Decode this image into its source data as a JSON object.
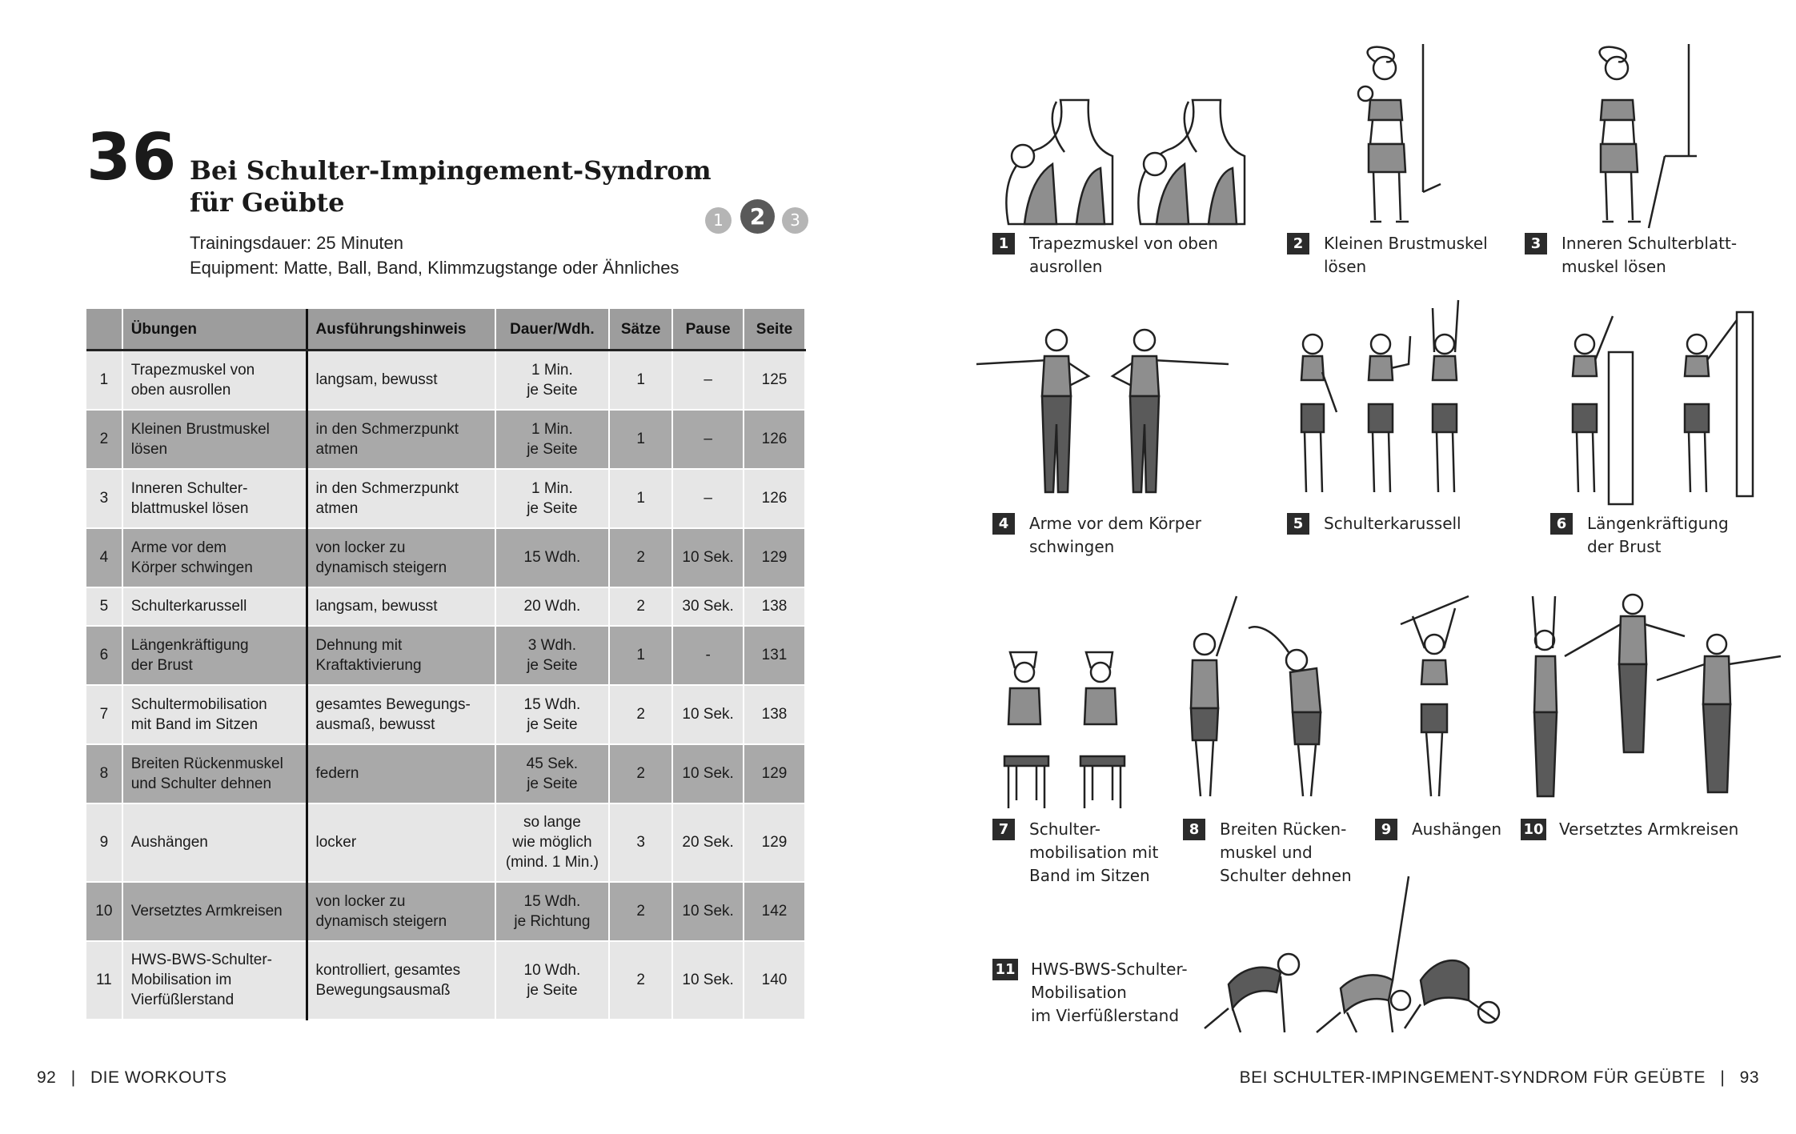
{
  "header": {
    "number": "36",
    "title_line1": "Bei Schulter-Impingement-Syndrom",
    "title_line2": "für Geübte",
    "duration": "Trainingsdauer: 25 Minuten",
    "equipment": "Equipment: Matte, Ball, Band, Klimmzugstange oder Ähnliches",
    "levels": [
      "1",
      "2",
      "3"
    ],
    "active_level": "2"
  },
  "table": {
    "headers": [
      "",
      "Übungen",
      "Ausführungshinweis",
      "Dauer/Wdh.",
      "Sätze",
      "Pause",
      "Seite"
    ],
    "rows": [
      {
        "nr": "1",
        "ex": [
          "Trapezmuskel von",
          "oben ausrollen"
        ],
        "hint": [
          "langsam, bewusst"
        ],
        "dur": [
          "1 Min.",
          "je Seite"
        ],
        "sets": "1",
        "pause": "–",
        "page": "125"
      },
      {
        "nr": "2",
        "ex": [
          "Kleinen Brustmuskel",
          "lösen"
        ],
        "hint": [
          "in den Schmerzpunkt",
          "atmen"
        ],
        "dur": [
          "1 Min.",
          "je Seite"
        ],
        "sets": "1",
        "pause": "–",
        "page": "126"
      },
      {
        "nr": "3",
        "ex": [
          "Inneren Schulter-",
          "blattmuskel lösen"
        ],
        "hint": [
          "in den Schmerzpunkt",
          "atmen"
        ],
        "dur": [
          "1 Min.",
          "je Seite"
        ],
        "sets": "1",
        "pause": "–",
        "page": "126"
      },
      {
        "nr": "4",
        "ex": [
          "Arme vor dem",
          "Körper schwingen"
        ],
        "hint": [
          "von locker zu",
          "dynamisch steigern"
        ],
        "dur": [
          "15 Wdh."
        ],
        "sets": "2",
        "pause": "10 Sek.",
        "page": "129"
      },
      {
        "nr": "5",
        "ex": [
          "Schulterkarussell"
        ],
        "hint": [
          "langsam, bewusst"
        ],
        "dur": [
          "20 Wdh."
        ],
        "sets": "2",
        "pause": "30 Sek.",
        "page": "138"
      },
      {
        "nr": "6",
        "ex": [
          "Längenkräftigung",
          "der Brust"
        ],
        "hint": [
          "Dehnung mit",
          "Kraftaktivierung"
        ],
        "dur": [
          "3 Wdh.",
          "je Seite"
        ],
        "sets": "1",
        "pause": "-",
        "page": "131"
      },
      {
        "nr": "7",
        "ex": [
          "Schultermobilisation",
          "mit Band im Sitzen"
        ],
        "hint": [
          "gesamtes Bewegungs-",
          "ausmaß, bewusst"
        ],
        "dur": [
          "15 Wdh.",
          "je Seite"
        ],
        "sets": "2",
        "pause": "10 Sek.",
        "page": "138"
      },
      {
        "nr": "8",
        "ex": [
          "Breiten Rückenmuskel",
          "und Schulter dehnen"
        ],
        "hint": [
          "federn"
        ],
        "dur": [
          "45 Sek.",
          "je Seite"
        ],
        "sets": "2",
        "pause": "10 Sek.",
        "page": "129"
      },
      {
        "nr": "9",
        "ex": [
          "Aushängen"
        ],
        "hint": [
          "locker"
        ],
        "dur": [
          "so lange",
          "wie möglich",
          "(mind. 1 Min.)"
        ],
        "sets": "3",
        "pause": "20 Sek.",
        "page": "129"
      },
      {
        "nr": "10",
        "ex": [
          "Versetztes Armkreisen"
        ],
        "hint": [
          "von locker zu",
          "dynamisch steigern"
        ],
        "dur": [
          "15 Wdh.",
          "je Richtung"
        ],
        "sets": "2",
        "pause": "10 Sek.",
        "page": "142"
      },
      {
        "nr": "11",
        "ex": [
          "HWS-BWS-Schulter-",
          "Mobilisation im",
          "Vierfüßlerstand"
        ],
        "hint": [
          "kontrolliert, gesamtes",
          "Bewegungsausmaß"
        ],
        "dur": [
          "10 Wdh.",
          "je Seite"
        ],
        "sets": "2",
        "pause": "10 Sek.",
        "page": "140"
      }
    ]
  },
  "captions": [
    {
      "n": "1",
      "lines": [
        "Trapezmuskel von oben",
        "ausrollen"
      ]
    },
    {
      "n": "2",
      "lines": [
        "Kleinen Brustmuskel",
        "lösen"
      ]
    },
    {
      "n": "3",
      "lines": [
        "Inneren Schulterblatt-",
        "muskel lösen"
      ]
    },
    {
      "n": "4",
      "lines": [
        "Arme vor dem Körper",
        "schwingen"
      ]
    },
    {
      "n": "5",
      "lines": [
        "Schulterkarussell"
      ]
    },
    {
      "n": "6",
      "lines": [
        "Längenkräftigung",
        "der Brust"
      ]
    },
    {
      "n": "7",
      "lines": [
        "Schulter-",
        "mobilisation mit",
        "Band im Sitzen"
      ]
    },
    {
      "n": "8",
      "lines": [
        "Breiten Rücken-",
        "muskel und",
        "Schulter dehnen"
      ]
    },
    {
      "n": "9",
      "lines": [
        "Aushängen"
      ]
    },
    {
      "n": "10",
      "lines": [
        "Versetztes Armkreisen"
      ]
    },
    {
      "n": "11",
      "lines": [
        "HWS-BWS-Schulter-",
        "Mobilisation",
        "im Vierfüßlerstand"
      ]
    }
  ],
  "footer": {
    "left_page": "92",
    "left_section": "DIE WORKOUTS",
    "right_section": "BEI SCHULTER-IMPINGEMENT-SYNDROM FÜR GEÜBTE",
    "right_page": "93"
  }
}
